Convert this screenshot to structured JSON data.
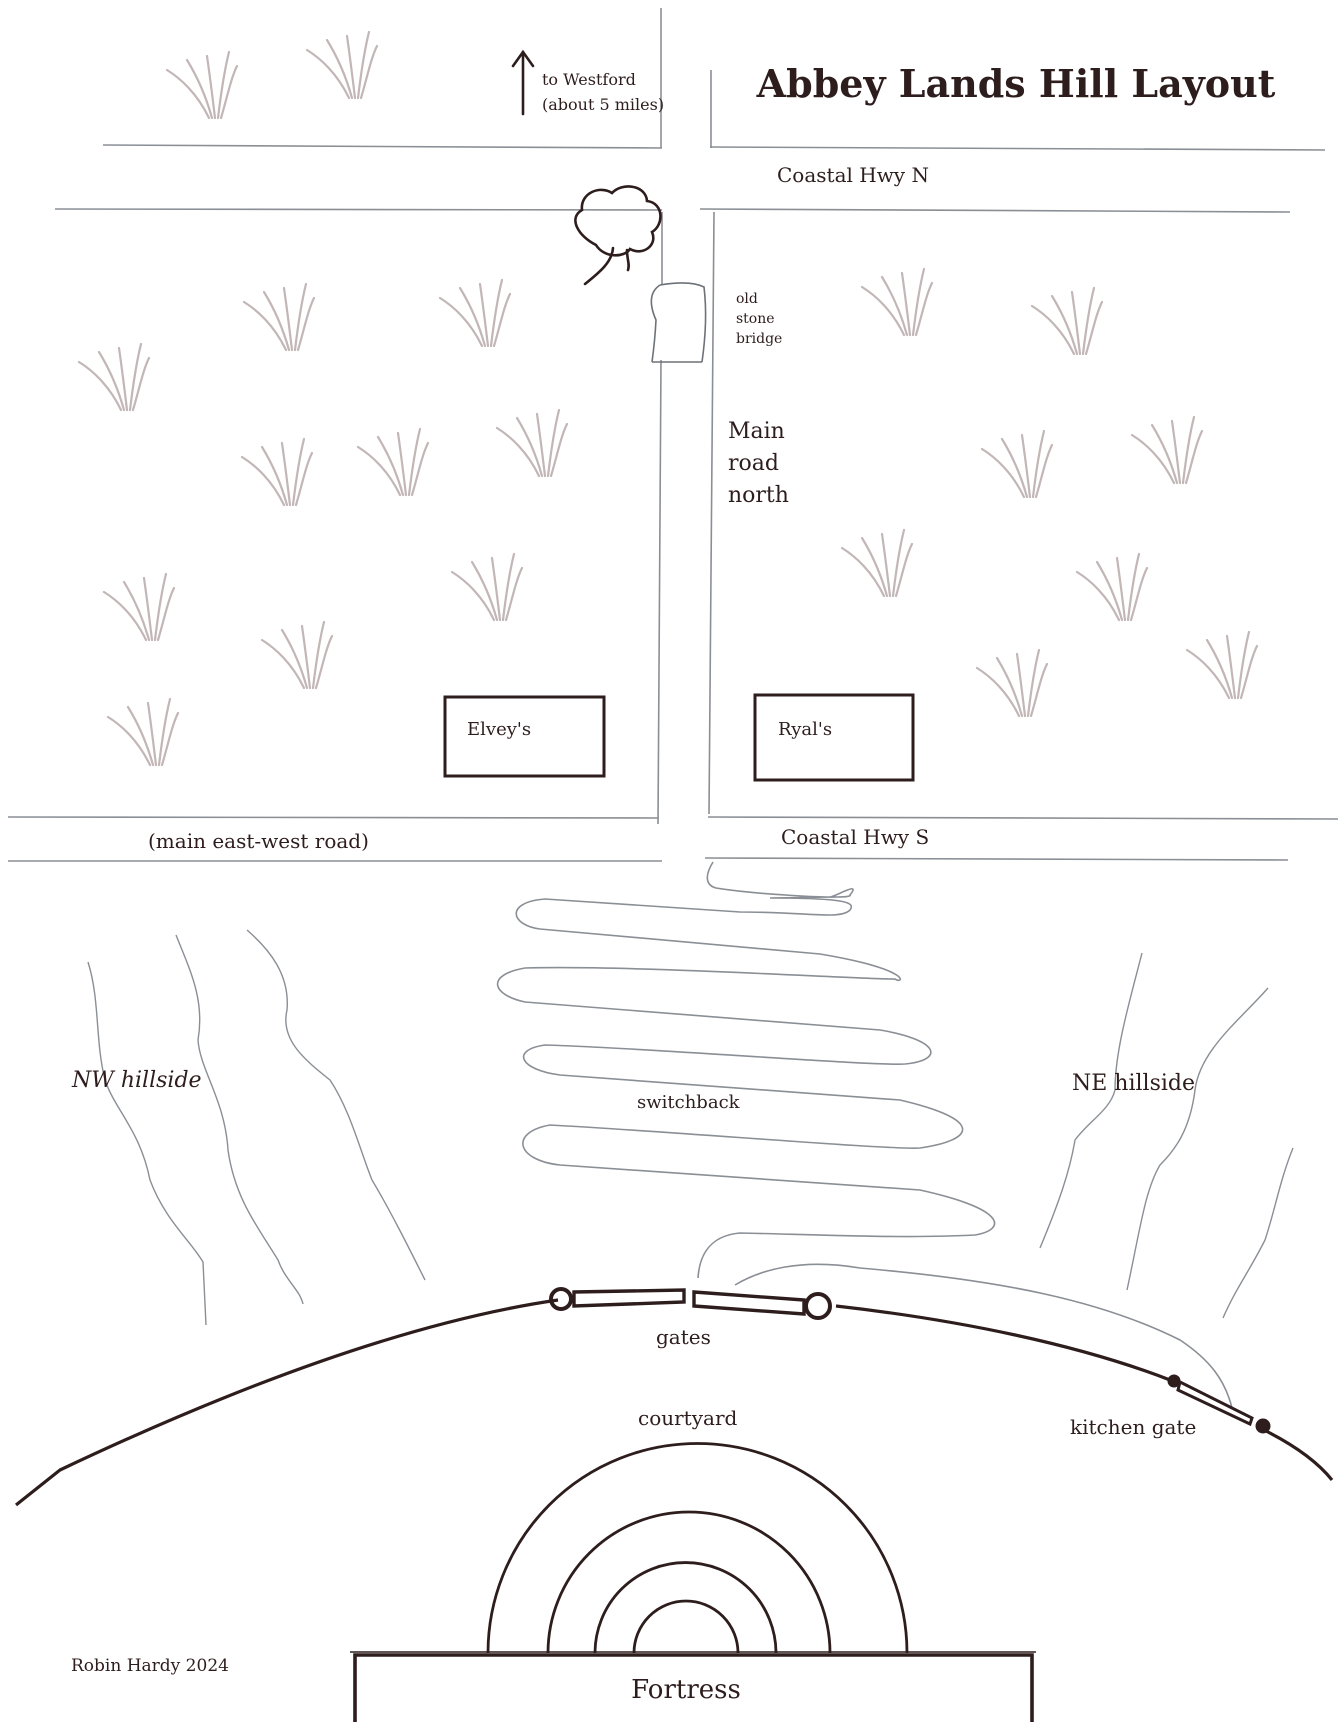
{
  "title": "Abbey Lands Hill Layout",
  "direction": {
    "arrow_icon": "north-arrow-icon",
    "line1": "to Westford",
    "line2": "(about 5 miles)"
  },
  "roads": {
    "coastal_n": "Coastal Hwy N",
    "coastal_s": "Coastal Hwy S",
    "east_west": "(main east-west road)",
    "main_north": [
      "Main",
      "road",
      "north"
    ]
  },
  "bridge": [
    "old",
    "stone",
    "bridge"
  ],
  "buildings": {
    "elvey": "Elvey's",
    "ryal": "Ryal's"
  },
  "hillsides": {
    "nw": "NW hillside",
    "ne": "NE hillside"
  },
  "switchback": "switchback",
  "gates": "gates",
  "courtyard": "courtyard",
  "kitchen_gate": "kitchen gate",
  "fortress": "Fortress",
  "credit": "Robin Hardy 2024",
  "colors": {
    "ink": "#2e1d1d",
    "road_line": "#8a8f95",
    "grass": "#c2b6b6"
  }
}
